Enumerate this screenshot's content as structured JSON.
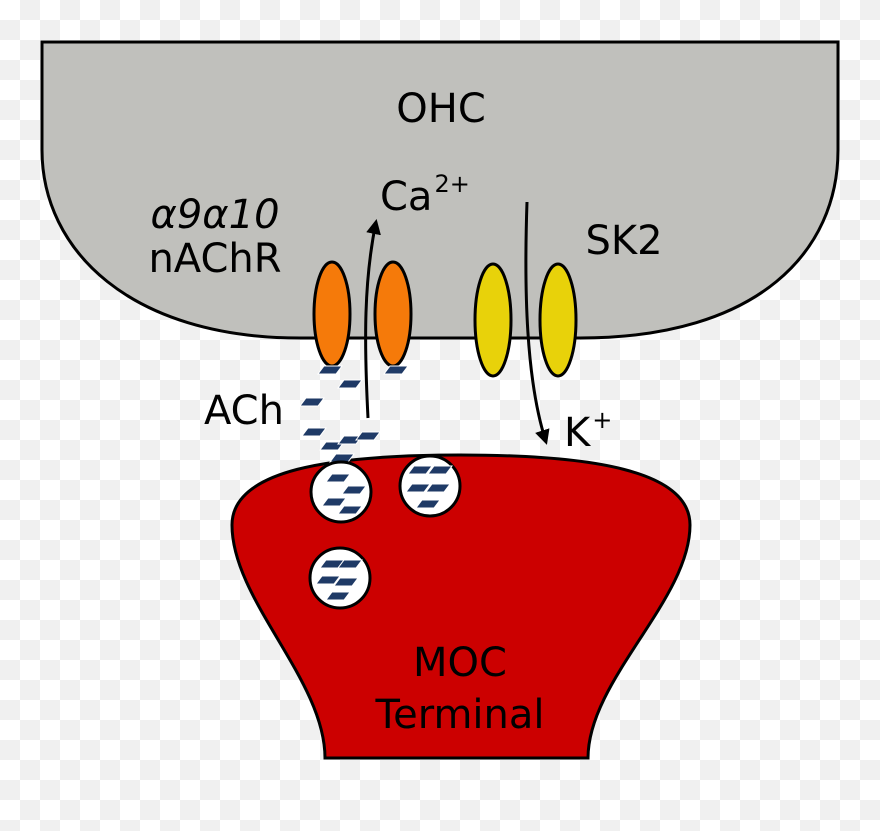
{
  "labels": {
    "ohc": "OHC",
    "receptor_line1": "α9α10",
    "receptor_line2": "nAChR",
    "calcium_base": "Ca",
    "calcium_sup": "2+",
    "sk2": "SK2",
    "ach": "ACh",
    "potassium_base": "K",
    "potassium_sup": "+",
    "moc_line1": "MOC",
    "moc_line2": "Terminal"
  },
  "colors": {
    "ohc_fill": "#c0c0bc",
    "nachr_fill": "#f57a0a",
    "sk2_fill": "#e8d20a",
    "moc_fill": "#cc0000",
    "vesicle_fill": "#ffffff",
    "ach_molecule": "#1f3a66"
  }
}
